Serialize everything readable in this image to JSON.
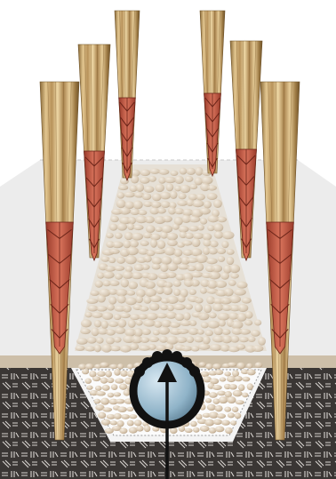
{
  "diagram": {
    "stake_count": 6,
    "arrow_direction": "up",
    "colors": {
      "background": "#ffffff",
      "ground_band": "#ececec",
      "soil": "#3a3634",
      "soil_pattern": "#d8d4d0",
      "gravel_light": "#e9e0d3",
      "gravel_mid": "#cbb8a0",
      "gravel_dark": "#a18a6e",
      "bamboo_light": "#e2c690",
      "bamboo_dark": "#8a6a38",
      "binding_red": "#c85a45",
      "binding_line": "#6b2418",
      "pipe_blue": "#8fb3c8",
      "pipe_outline": "#111111",
      "arrow": "#111111"
    },
    "components": {
      "stakes": "bamboo-stakes",
      "gravel": "gravel-bed",
      "soil": "soil-layer",
      "pipe": "drain-pipe",
      "arrow": "flow-arrow"
    }
  }
}
